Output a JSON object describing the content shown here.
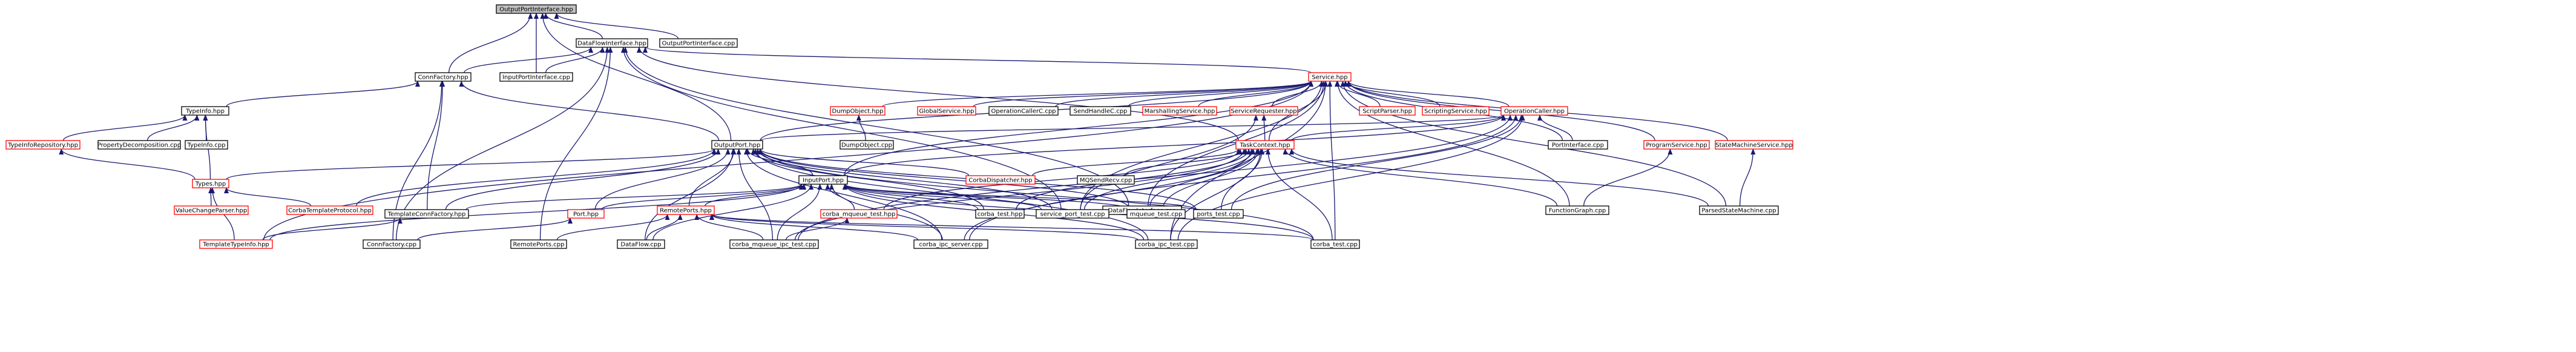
{
  "colors": {
    "edge": "#191970",
    "border_normal": "#000000",
    "border_truncated": "#ff0000",
    "root_fill": "#bfbfbf"
  },
  "nodes": {
    "outputportinterface_hpp": {
      "label": "OutputPortInterface.hpp",
      "border": "black",
      "root": true
    },
    "dataflowinterface_hpp": {
      "label": "DataFlowInterface.hpp",
      "border": "black"
    },
    "outputportinterface_cpp": {
      "label": "OutputPortInterface.cpp",
      "border": "black"
    },
    "connfactory_hpp": {
      "label": "ConnFactory.hpp",
      "border": "black"
    },
    "inputportinterface_cpp": {
      "label": "InputPortInterface.cpp",
      "border": "black"
    },
    "service_hpp": {
      "label": "Service.hpp",
      "border": "red"
    },
    "typeinfo_hpp": {
      "label": "TypeInfo.hpp",
      "border": "black"
    },
    "typeinforepository_hpp": {
      "label": "TypeInfoRepository.hpp",
      "border": "red"
    },
    "propertydecomposition_cpp": {
      "label": "PropertyDecomposition.cpp",
      "border": "black"
    },
    "typeinfo_cpp": {
      "label": "TypeInfo.cpp",
      "border": "black"
    },
    "types_hpp": {
      "label": "Types.hpp",
      "border": "red"
    },
    "outputport_hpp": {
      "label": "OutputPort.hpp",
      "border": "black"
    },
    "dumpobject_hpp": {
      "label": "DumpObject.hpp",
      "border": "red"
    },
    "dumpobject_cpp": {
      "label": "DumpObject.cpp",
      "border": "black"
    },
    "globalservice_hpp": {
      "label": "GlobalService.hpp",
      "border": "red"
    },
    "operationcallerc_cpp": {
      "label": "OperationCallerC.cpp",
      "border": "black"
    },
    "sendhandlec_cpp": {
      "label": "SendHandleC.cpp",
      "border": "black"
    },
    "marshallingservice_hpp": {
      "label": "MarshallingService.hpp",
      "border": "red"
    },
    "servicerequester_hpp": {
      "label": "ServiceRequester.hpp",
      "border": "red"
    },
    "scriptparser_hpp": {
      "label": "ScriptParser.hpp",
      "border": "red"
    },
    "scriptingservice_hpp": {
      "label": "ScriptingService.hpp",
      "border": "red"
    },
    "operationcaller_hpp": {
      "label": "OperationCaller.hpp",
      "border": "red"
    },
    "taskcontext_hpp": {
      "label": "TaskContext.hpp",
      "border": "red"
    },
    "portinterface_cpp": {
      "label": "PortInterface.cpp",
      "border": "black"
    },
    "programservice_hpp": {
      "label": "ProgramService.hpp",
      "border": "red"
    },
    "statemachineservice_hpp": {
      "label": "StateMachineService.hpp",
      "border": "red"
    },
    "inputport_hpp": {
      "label": "InputPort.hpp",
      "border": "black"
    },
    "corbadispatcher_hpp": {
      "label": "CorbaDispatcher.hpp",
      "border": "red"
    },
    "mqsendrecv_cpp": {
      "label": "MQSendRecv.cpp",
      "border": "black"
    },
    "dataflowinterface_cpp": {
      "label": "DataFlowInterface.cpp",
      "border": "black"
    },
    "functiongraph_cpp": {
      "label": "FunctionGraph.cpp",
      "border": "black"
    },
    "parsedstatemachine_cpp": {
      "label": "ParsedStateMachine.cpp",
      "border": "black"
    },
    "valuechangeparser_hpp": {
      "label": "ValueChangeParser.hpp",
      "border": "red"
    },
    "corbatemplateprotocol_hpp": {
      "label": "CorbaTemplateProtocol.hpp",
      "border": "red"
    },
    "templateconnfactory_hpp": {
      "label": "TemplateConnFactory.hpp",
      "border": "black"
    },
    "port_hpp": {
      "label": "Port.hpp",
      "border": "red"
    },
    "remoteports_hpp": {
      "label": "RemotePorts.hpp",
      "border": "red"
    },
    "corba_mqueue_test_hpp": {
      "label": "corba_mqueue_test.hpp",
      "border": "red"
    },
    "corba_test_hpp": {
      "label": "corba_test.hpp",
      "border": "black"
    },
    "service_port_test_cpp": {
      "label": "service_port_test.cpp",
      "border": "black"
    },
    "mqueue_test_cpp": {
      "label": "mqueue_test.cpp",
      "border": "black"
    },
    "ports_test_cpp": {
      "label": "ports_test.cpp",
      "border": "black"
    },
    "templatetypeinfo_hpp": {
      "label": "TemplateTypeInfo.hpp",
      "border": "red"
    },
    "connfactory_cpp": {
      "label": "ConnFactory.cpp",
      "border": "black"
    },
    "remoteports_cpp": {
      "label": "RemotePorts.cpp",
      "border": "black"
    },
    "dataflow_cpp": {
      "label": "DataFlow.cpp",
      "border": "black"
    },
    "corba_mqueue_ipc_test_cpp": {
      "label": "corba_mqueue_ipc_test.cpp",
      "border": "black"
    },
    "corba_ipc_server_cpp": {
      "label": "corba_ipc_server.cpp",
      "border": "black"
    },
    "corba_ipc_test_cpp": {
      "label": "corba_ipc_test.cpp",
      "border": "black"
    },
    "corba_test_cpp": {
      "label": "corba_test.cpp",
      "border": "black"
    }
  },
  "edges": [
    [
      "outputportinterface_hpp",
      "dataflowinterface_hpp"
    ],
    [
      "outputportinterface_hpp",
      "outputportinterface_cpp"
    ],
    [
      "outputportinterface_hpp",
      "connfactory_hpp"
    ],
    [
      "outputportinterface_hpp",
      "inputportinterface_cpp"
    ],
    [
      "outputportinterface_hpp",
      "outputport_hpp"
    ],
    [
      "dataflowinterface_hpp",
      "connfactory_hpp"
    ],
    [
      "dataflowinterface_hpp",
      "inputportinterface_cpp"
    ],
    [
      "dataflowinterface_hpp",
      "service_hpp"
    ],
    [
      "dataflowinterface_hpp",
      "taskcontext_hpp"
    ],
    [
      "dataflowinterface_hpp",
      "dataflowinterface_cpp"
    ],
    [
      "dataflowinterface_hpp",
      "service_port_test_cpp"
    ],
    [
      "dataflowinterface_hpp",
      "connfactory_cpp"
    ],
    [
      "dataflowinterface_hpp",
      "remoteports_cpp"
    ],
    [
      "connfactory_hpp",
      "typeinfo_hpp"
    ],
    [
      "connfactory_hpp",
      "outputport_hpp"
    ],
    [
      "connfactory_hpp",
      "templateconnfactory_hpp"
    ],
    [
      "connfactory_hpp",
      "connfactory_cpp"
    ],
    [
      "typeinfo_hpp",
      "typeinforepository_hpp"
    ],
    [
      "typeinfo_hpp",
      "propertydecomposition_cpp"
    ],
    [
      "typeinfo_hpp",
      "typeinfo_cpp"
    ],
    [
      "typeinfo_hpp",
      "types_hpp"
    ],
    [
      "typeinforepository_hpp",
      "types_hpp"
    ],
    [
      "types_hpp",
      "valuechangeparser_hpp"
    ],
    [
      "types_hpp",
      "corbatemplateprotocol_hpp"
    ],
    [
      "types_hpp",
      "templatetypeinfo_hpp"
    ],
    [
      "service_hpp",
      "outputport_hpp"
    ],
    [
      "service_hpp",
      "dumpobject_hpp"
    ],
    [
      "service_hpp",
      "globalservice_hpp"
    ],
    [
      "service_hpp",
      "operationcallerc_cpp"
    ],
    [
      "service_hpp",
      "sendhandlec_cpp"
    ],
    [
      "service_hpp",
      "marshallingservice_hpp"
    ],
    [
      "service_hpp",
      "servicerequester_hpp"
    ],
    [
      "service_hpp",
      "scriptparser_hpp"
    ],
    [
      "service_hpp",
      "scriptingservice_hpp"
    ],
    [
      "service_hpp",
      "operationcaller_hpp"
    ],
    [
      "service_hpp",
      "taskcontext_hpp"
    ],
    [
      "service_hpp",
      "portinterface_cpp"
    ],
    [
      "service_hpp",
      "programservice_hpp"
    ],
    [
      "service_hpp",
      "statemachineservice_hpp"
    ],
    [
      "service_hpp",
      "inputport_hpp"
    ],
    [
      "service_hpp",
      "dataflowinterface_cpp"
    ],
    [
      "service_hpp",
      "functiongraph_cpp"
    ],
    [
      "service_hpp",
      "parsedstatemachine_cpp"
    ],
    [
      "service_hpp",
      "service_port_test_cpp"
    ],
    [
      "service_hpp",
      "corba_ipc_test_cpp"
    ],
    [
      "service_hpp",
      "corba_test_cpp"
    ],
    [
      "service_hpp",
      "templatetypeinfo_hpp"
    ],
    [
      "dumpobject_hpp",
      "dumpobject_cpp"
    ],
    [
      "servicerequester_hpp",
      "taskcontext_hpp"
    ],
    [
      "servicerequester_hpp",
      "service_port_test_cpp"
    ],
    [
      "operationcaller_hpp",
      "outputport_hpp"
    ],
    [
      "operationcaller_hpp",
      "taskcontext_hpp"
    ],
    [
      "operationcaller_hpp",
      "portinterface_cpp"
    ],
    [
      "operationcaller_hpp",
      "inputport_hpp"
    ],
    [
      "operationcaller_hpp",
      "ports_test_cpp"
    ],
    [
      "operationcaller_hpp",
      "corba_ipc_server_cpp"
    ],
    [
      "operationcaller_hpp",
      "corba_ipc_test_cpp"
    ],
    [
      "operationcaller_hpp",
      "corba_mqueue_ipc_test_cpp"
    ],
    [
      "programservice_hpp",
      "functiongraph_cpp"
    ],
    [
      "statemachineservice_hpp",
      "parsedstatemachine_cpp"
    ],
    [
      "taskcontext_hpp",
      "corbadispatcher_hpp"
    ],
    [
      "taskcontext_hpp",
      "mqsendrecv_cpp"
    ],
    [
      "taskcontext_hpp",
      "dataflowinterface_cpp"
    ],
    [
      "taskcontext_hpp",
      "functiongraph_cpp"
    ],
    [
      "taskcontext_hpp",
      "parsedstatemachine_cpp"
    ],
    [
      "taskcontext_hpp",
      "corba_test_hpp"
    ],
    [
      "taskcontext_hpp",
      "service_port_test_cpp"
    ],
    [
      "taskcontext_hpp",
      "mqueue_test_cpp"
    ],
    [
      "taskcontext_hpp",
      "ports_test_cpp"
    ],
    [
      "taskcontext_hpp",
      "corba_mqueue_test_hpp"
    ],
    [
      "taskcontext_hpp",
      "corba_mqueue_ipc_test_cpp"
    ],
    [
      "taskcontext_hpp",
      "corba_ipc_server_cpp"
    ],
    [
      "taskcontext_hpp",
      "corba_ipc_test_cpp"
    ],
    [
      "taskcontext_hpp",
      "corba_test_cpp"
    ],
    [
      "outputport_hpp",
      "inputport_hpp"
    ],
    [
      "outputport_hpp",
      "corbadispatcher_hpp"
    ],
    [
      "outputport_hpp",
      "types_hpp"
    ],
    [
      "outputport_hpp",
      "corbatemplateprotocol_hpp"
    ],
    [
      "outputport_hpp",
      "templateconnfactory_hpp"
    ],
    [
      "outputport_hpp",
      "port_hpp"
    ],
    [
      "outputport_hpp",
      "remoteports_hpp"
    ],
    [
      "outputport_hpp",
      "corba_test_hpp"
    ],
    [
      "outputport_hpp",
      "service_port_test_cpp"
    ],
    [
      "outputport_hpp",
      "mqueue_test_cpp"
    ],
    [
      "outputport_hpp",
      "ports_test_cpp"
    ],
    [
      "outputport_hpp",
      "dataflow_cpp"
    ],
    [
      "outputport_hpp",
      "corba_mqueue_ipc_test_cpp"
    ],
    [
      "outputport_hpp",
      "corba_ipc_server_cpp"
    ],
    [
      "outputport_hpp",
      "corba_ipc_test_cpp"
    ],
    [
      "outputport_hpp",
      "corba_test_cpp"
    ],
    [
      "inputport_hpp",
      "templateconnfactory_hpp"
    ],
    [
      "inputport_hpp",
      "port_hpp"
    ],
    [
      "inputport_hpp",
      "remoteports_hpp"
    ],
    [
      "inputport_hpp",
      "corba_mqueue_test_hpp"
    ],
    [
      "inputport_hpp",
      "corba_test_hpp"
    ],
    [
      "inputport_hpp",
      "service_port_test_cpp"
    ],
    [
      "inputport_hpp",
      "mqueue_test_cpp"
    ],
    [
      "inputport_hpp",
      "ports_test_cpp"
    ],
    [
      "inputport_hpp",
      "dataflow_cpp"
    ],
    [
      "inputport_hpp",
      "corba_mqueue_ipc_test_cpp"
    ],
    [
      "inputport_hpp",
      "corba_ipc_server_cpp"
    ],
    [
      "inputport_hpp",
      "corba_ipc_test_cpp"
    ],
    [
      "inputport_hpp",
      "corba_test_cpp"
    ],
    [
      "inputport_hpp",
      "templatetypeinfo_hpp"
    ],
    [
      "templateconnfactory_hpp",
      "templatetypeinfo_hpp"
    ],
    [
      "port_hpp",
      "connfactory_cpp"
    ],
    [
      "remoteports_hpp",
      "remoteports_cpp"
    ],
    [
      "remoteports_hpp",
      "dataflow_cpp"
    ],
    [
      "remoteports_hpp",
      "corba_mqueue_ipc_test_cpp"
    ],
    [
      "remoteports_hpp",
      "corba_ipc_server_cpp"
    ],
    [
      "remoteports_hpp",
      "corba_ipc_test_cpp"
    ],
    [
      "remoteports_hpp",
      "corba_test_cpp"
    ],
    [
      "corba_mqueue_test_hpp",
      "corba_mqueue_ipc_test_cpp"
    ]
  ]
}
